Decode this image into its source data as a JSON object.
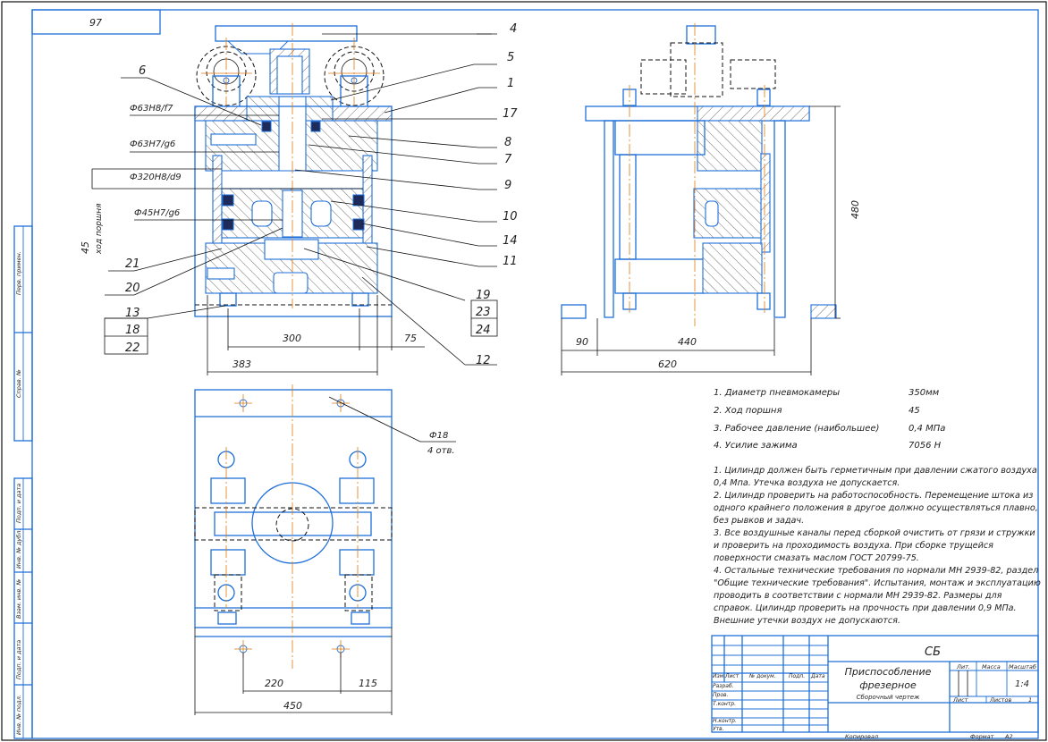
{
  "colors": {
    "outline": "#1e6fd9",
    "centerline": "#e07a10",
    "text": "#222222",
    "frame": "#111111"
  },
  "corner_stamp": "97",
  "front_view": {
    "callouts_right": [
      "4",
      "5",
      "1",
      "17",
      "8",
      "7",
      "9",
      "10",
      "14",
      "11",
      "19",
      "23",
      "24",
      "12"
    ],
    "callouts_left": [
      "6",
      "21",
      "20",
      "13",
      "18",
      "22"
    ],
    "fits": [
      "Ф63Н8/f7",
      "Ф63Н7/g6",
      "Ф320Н8/d9",
      "Ф45Н7/g6"
    ],
    "stroke_dim": "45",
    "stroke_label": "ход поршня",
    "dims": {
      "d300": "300",
      "d75": "75",
      "d383": "383"
    }
  },
  "side_view": {
    "dims": {
      "d480": "480",
      "d90": "90",
      "d440": "440",
      "d620": "620"
    }
  },
  "top_view": {
    "hole_label": "Ф18",
    "hole_count": "4 отв.",
    "dims": {
      "d220": "220",
      "d115": "115",
      "d450": "450"
    }
  },
  "specs": [
    {
      "label": "1. Диаметр пневмокамеры",
      "value": "350мм"
    },
    {
      "label": "2. Ход поршня",
      "value": "45"
    },
    {
      "label": "3. Рабочее давление (наибольшее)",
      "value": "0,4 МПа"
    },
    {
      "label": "4. Усилие зажима",
      "value": "7056 Н"
    }
  ],
  "notes": [
    "1. Цилиндр должен быть герметичным при давлении сжатого воздуха",
    "0,4 Мпа. Утечка воздуха не допускается.",
    "2. Цилиндр проверить на работоспособность. Перемещение штока из",
    "одного крайнего положения в другое должно осуществляться плавно,",
    "без рывков и задач.",
    "3. Все воздушные каналы перед сборкой очистить от грязи и стружки",
    "и проверить на проходимость воздуха. При сборке трущейся",
    "поверхности смазать маслом ГОСТ 20799-75.",
    "4. Остальные технические требования по нормали МН 2939-82, раздел",
    "\"Общие технические требования\". Испытания, монтаж и эксплуатацию",
    "проводить в соответствии с нормали МН 2939-82. Размеры для",
    "справок. Цилиндр проверить на прочность при давлении 0,9 МПа.",
    "Внешние утечки воздух не допускаются."
  ],
  "title_block": {
    "doc_code": "СБ",
    "title_line1": "Приспособление",
    "title_line2": "фрезерное",
    "subtitle": "Сборочный чертеж",
    "col_headers": [
      "Изм.",
      "Лист",
      "№ докум.",
      "Подп.",
      "Дата"
    ],
    "rows": [
      "Разраб.",
      "Пров.",
      "Т.контр.",
      "",
      "Н.контр.",
      "Утв."
    ],
    "lit": "Лит.",
    "mass": "Масса",
    "scale_label": "Масштаб",
    "scale": "1:4",
    "sheet": "Лист",
    "sheets": "Листов",
    "sheets_count": "1",
    "copied": "Копировал",
    "format_label": "Формат",
    "format": "А2"
  },
  "side_stamps": [
    "Перв. примен.",
    "Справ. №",
    "Подп. и дата",
    "Инв. № дубл.",
    "Взам. инв. №",
    "Подп. и дата",
    "Инв. № подл."
  ]
}
